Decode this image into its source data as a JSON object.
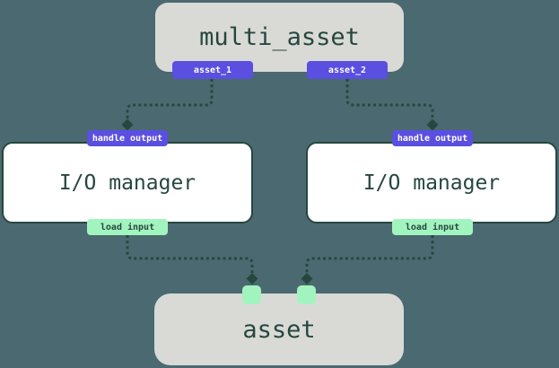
{
  "colors": {
    "background": "#4b6970",
    "accent_purple": "#5a4fe0",
    "accent_mint": "#a2f4bf",
    "dark_green_text": "#26473f",
    "box_gray": "#d9dad6",
    "box_white": "#ffffff"
  },
  "nodes": {
    "multi_asset": {
      "label": "multi_asset",
      "outputs": [
        {
          "label": "asset_1"
        },
        {
          "label": "asset_2"
        }
      ]
    },
    "io_left": {
      "label": "I/O manager",
      "top_badge": "handle output",
      "bottom_badge": "load input"
    },
    "io_right": {
      "label": "I/O manager",
      "top_badge": "handle output",
      "bottom_badge": "load input"
    },
    "asset": {
      "label": "asset",
      "input_count": 2
    }
  },
  "edges": [
    {
      "from": "asset_1",
      "to": "io_left.handle_output"
    },
    {
      "from": "asset_2",
      "to": "io_right.handle_output"
    },
    {
      "from": "io_left.load_input",
      "to": "asset.input_1"
    },
    {
      "from": "io_right.load_input",
      "to": "asset.input_2"
    }
  ]
}
